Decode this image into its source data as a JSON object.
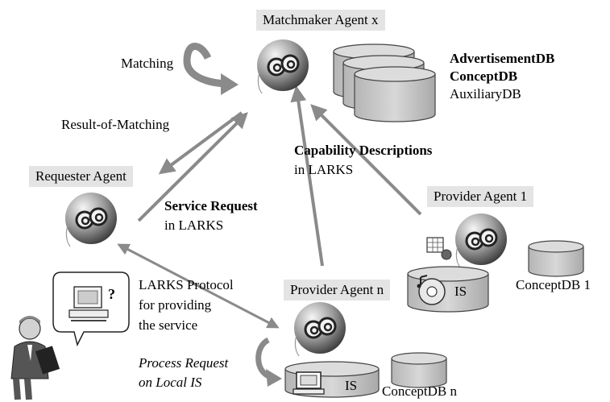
{
  "agents": {
    "matchmaker": "Matchmaker Agent x",
    "requester": "Requester Agent",
    "provider1": "Provider Agent 1",
    "providerN": "Provider Agent n"
  },
  "matchmaker_dbs": {
    "advertisement": "AdvertisementDB",
    "concept": "ConceptDB",
    "auxiliary": "AuxiliaryDB"
  },
  "labels": {
    "matching": "Matching",
    "result_of_matching": "Result-of-Matching",
    "capability_title": "Capability Descriptions",
    "capability_sub": "in  LARKS",
    "service_title": "Service Request",
    "service_sub": "in LARKS",
    "protocol_line1": "LARKS Protocol",
    "protocol_line2": "for providing",
    "protocol_line3": "the service",
    "process_line1": "Process Request",
    "process_line2": "on Local IS",
    "question_mark": "?"
  },
  "stores": {
    "provider1_is": "IS",
    "providerN_is": "IS",
    "concept_db_1": "ConceptDB 1",
    "concept_db_n": "ConceptDB n"
  },
  "colors": {
    "arrow": "#8a8a8a",
    "label_box": "#e4e4e4",
    "db_fill": "#c8c8c8",
    "db_top": "#dcdcdc"
  },
  "icons": {
    "agent": "agent-face-icon",
    "user": "user-person-icon",
    "computer": "computer-icon",
    "cd": "cd-disc-icon",
    "chart": "chart-icon"
  }
}
